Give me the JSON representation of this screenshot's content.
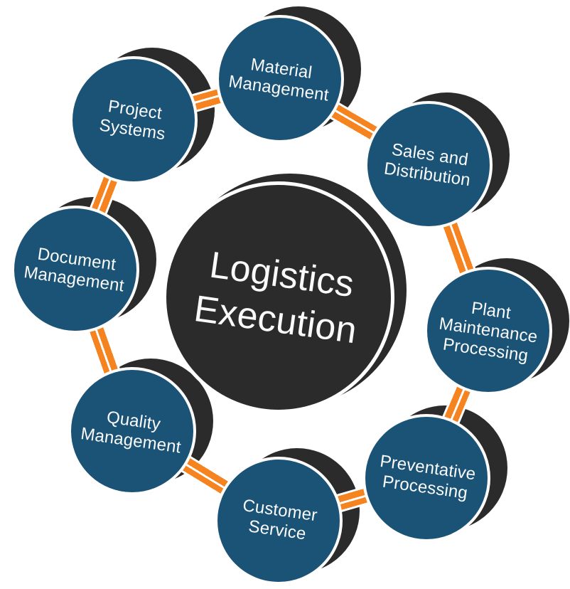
{
  "diagram": {
    "type": "cycle-diagram",
    "center": {
      "label": "Logistics Execution"
    },
    "nodes": [
      {
        "id": "material-management",
        "label": "Material Management"
      },
      {
        "id": "sales-and-distribution",
        "label": "Sales and Distribution"
      },
      {
        "id": "plant-maintenance-processing",
        "label": "Plant Maintenance Processing"
      },
      {
        "id": "preventative-processing",
        "label": "Preventative Processing"
      },
      {
        "id": "customer-service",
        "label": "Customer Service"
      },
      {
        "id": "quality-management",
        "label": "Quality Management"
      },
      {
        "id": "document-management",
        "label": "Document Management"
      },
      {
        "id": "project-systems",
        "label": "Project Systems"
      }
    ],
    "colors": {
      "node_fill": "#1B5377",
      "center_fill": "#2B2B2B",
      "shadow_fill": "#2B2B2B",
      "connector": "#F5831F",
      "text": "#FAFAFA",
      "background": "#FFFFFF"
    }
  }
}
